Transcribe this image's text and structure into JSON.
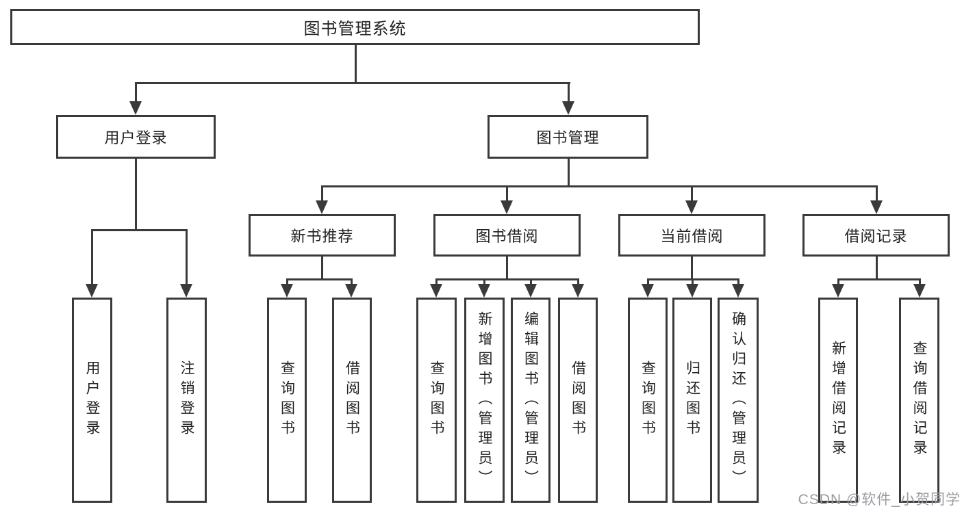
{
  "diagram_title": "图书管理系统",
  "tree": {
    "label": "图书管理系统",
    "children": [
      {
        "label": "用户登录",
        "children": [
          {
            "label": "用户登录"
          },
          {
            "label": "注销登录"
          }
        ]
      },
      {
        "label": "图书管理",
        "children": [
          {
            "label": "新书推荐",
            "children": [
              {
                "label": "查询图书"
              },
              {
                "label": "借阅图书"
              }
            ]
          },
          {
            "label": "图书借阅",
            "children": [
              {
                "label": "查询图书"
              },
              {
                "label": "新增图书（管理员）"
              },
              {
                "label": "编辑图书（管理员）"
              },
              {
                "label": "借阅图书"
              }
            ]
          },
          {
            "label": "当前借阅",
            "children": [
              {
                "label": "查询图书"
              },
              {
                "label": "归还图书"
              },
              {
                "label": "确认归还（管理员）"
              }
            ]
          },
          {
            "label": "借阅记录",
            "children": [
              {
                "label": "新增借阅记录"
              },
              {
                "label": "查询借阅记录"
              }
            ]
          }
        ]
      }
    ]
  },
  "watermark": "CSDN @软件_小贺同学",
  "colors": {
    "line": "#3a3a3a",
    "text": "#222222",
    "background": "#ffffff",
    "watermark": "#9b9ba3"
  }
}
